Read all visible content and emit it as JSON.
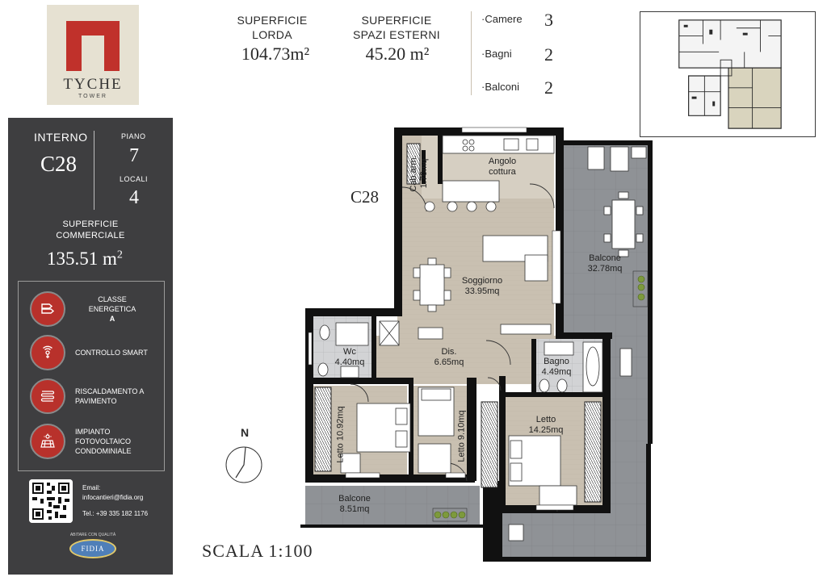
{
  "logo": {
    "name": "TYCHE",
    "sub": "TOWER",
    "color": "#c0312b"
  },
  "panel": {
    "interno_label": "INTERNO",
    "interno_value": "C28",
    "piano_label": "PIANO",
    "piano_value": "7",
    "locali_label": "LOCALI",
    "locali_value": "4",
    "superficie_commerciale_line1": "SUPERFICIE",
    "superficie_commerciale_line2": "COMMERCIALE",
    "superficie_commerciale_value": "135.51 m",
    "superficie_commerciale_unit": "2",
    "features": [
      {
        "icon": "energy-class-icon",
        "line1": "CLASSE ENERGETICA",
        "line2": "A"
      },
      {
        "icon": "smart-control-icon",
        "line1": "CONTROLLO SMART",
        "line2": ""
      },
      {
        "icon": "floor-heating-icon",
        "line1": "RISCALDAMENTO A",
        "line2": "PAVIMENTO"
      },
      {
        "icon": "solar-panel-icon",
        "line1": "IMPIANTO",
        "line2": "FOTOVOLTAICO",
        "line3": "CONDOMINIALE"
      }
    ],
    "email_label": "Email:",
    "email": "infocantieri@fidia.org",
    "tel": "Tel.: +39 335 182 1176",
    "brand_tagline": "ABITARE CON QUALITÀ",
    "brand": "FIDIA"
  },
  "header": {
    "superficie_lorda_line1": "SUPERFICIE",
    "superficie_lorda_line2": "LORDA",
    "superficie_lorda_value": "104.73m²",
    "superficie_esterni_line1": "SUPERFICIE",
    "superficie_esterni_line2": "SPAZI ESTERNI",
    "superficie_esterni_value": "45.20 m²",
    "counts": [
      {
        "label": "·Camere",
        "value": "3"
      },
      {
        "label": "·Bagni",
        "value": "2"
      },
      {
        "label": "·Balconi",
        "value": "2"
      }
    ]
  },
  "plan": {
    "apartment_label": "C28",
    "rooms": {
      "cabina_armadio": "Cab.arm. 1.70mq",
      "angolo_cottura_1": "Angolo",
      "angolo_cottura_2": "cottura",
      "soggiorno_1": "Soggiorno",
      "soggiorno_2": "33.95mq",
      "balcone_est_1": "Balcone",
      "balcone_est_2": "32.78mq",
      "wc_1": "Wc",
      "wc_2": "4.40mq",
      "dis_1": "Dis.",
      "dis_2": "6.65mq",
      "bagno_1": "Bagno",
      "bagno_2": "4.49mq",
      "letto1": "Letto 10.92mq",
      "letto2": "Letto 9.10mq",
      "letto3_1": "Letto",
      "letto3_2": "14.25mq",
      "balcone_sud_1": "Balcone",
      "balcone_sud_2": "8.51mq"
    },
    "colors": {
      "floor": "#c9c0b1",
      "floor_light": "#d6cfc2",
      "terrace": "#8f9296",
      "wall": "#111111"
    }
  },
  "north_label": "N",
  "scale": "SCALA 1:100"
}
